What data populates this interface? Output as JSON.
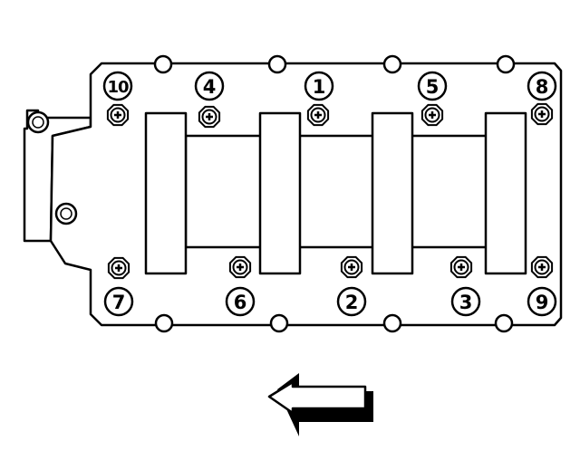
{
  "diagram": {
    "colors": {
      "stroke": "#000000",
      "fill": "#ffffff"
    },
    "bolts": [
      {
        "label": "1",
        "icon": "bolt-head-icon"
      },
      {
        "label": "2",
        "icon": "bolt-head-icon"
      },
      {
        "label": "3",
        "icon": "bolt-head-icon"
      },
      {
        "label": "4",
        "icon": "bolt-head-icon"
      },
      {
        "label": "5",
        "icon": "bolt-head-icon"
      },
      {
        "label": "6",
        "icon": "bolt-head-icon"
      },
      {
        "label": "7",
        "icon": "bolt-head-icon"
      },
      {
        "label": "8",
        "icon": "bolt-head-icon"
      },
      {
        "label": "9",
        "icon": "bolt-head-icon"
      },
      {
        "label": "10",
        "icon": "bolt-head-icon"
      }
    ],
    "direction_arrow": {
      "icon": "arrow-left-icon",
      "points": "left"
    }
  }
}
